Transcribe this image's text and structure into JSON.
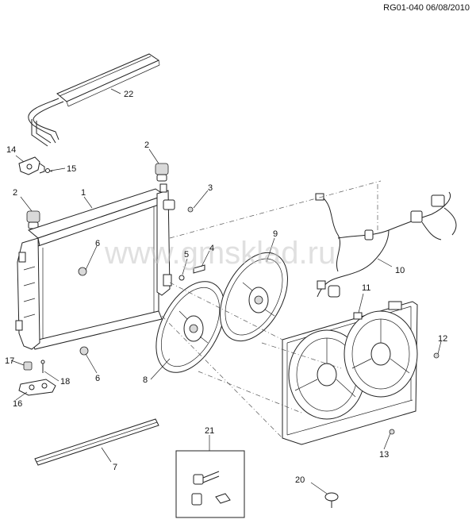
{
  "figure": {
    "reference": "RG01-040 06/08/2010",
    "watermark": "www.gmsklad.ru"
  },
  "callouts": [
    "1",
    "2",
    "2",
    "3",
    "4",
    "5",
    "6",
    "6",
    "7",
    "8",
    "9",
    "10",
    "11",
    "12",
    "13",
    "14",
    "15",
    "16",
    "17",
    "18",
    "20",
    "21",
    "22"
  ],
  "colors": {
    "line": "#222222",
    "watermark": "#c8c8c8",
    "background": "#ffffff"
  }
}
